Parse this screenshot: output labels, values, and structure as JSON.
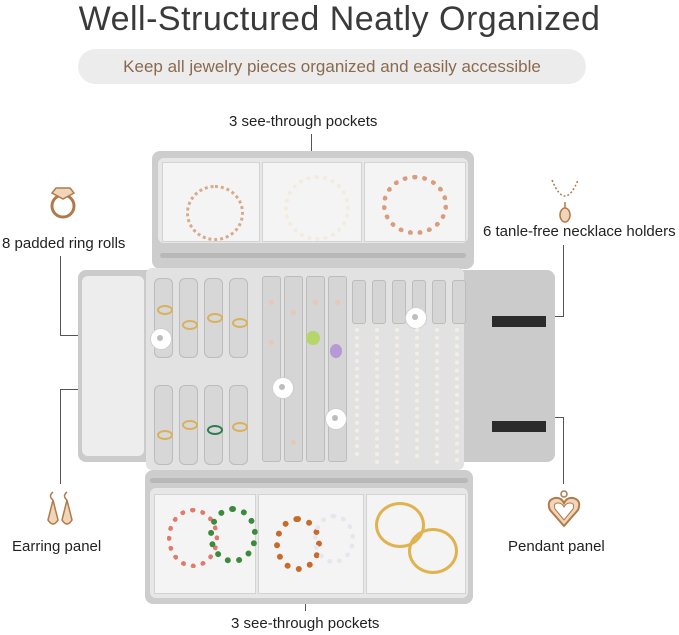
{
  "header": {
    "title": "Well-Structured Neatly Organized",
    "subtitle": "Keep all jewelry pieces organized and easily accessible"
  },
  "callouts": {
    "top_pockets": "3 see-through pockets",
    "ring_rolls": "8 padded ring rolls",
    "necklace_holders": "6 tanle-free necklace holders",
    "earring_panel": "Earring panel",
    "pendant_panel": "Pendant panel",
    "bottom_pockets": "3 see-through pockets"
  },
  "icons": {
    "ring": "ring-icon",
    "necklace": "necklace-icon",
    "earring": "earring-icon",
    "pendant": "heart-pendant-icon"
  },
  "colors": {
    "subtitle_text": "#8a6a4e",
    "pill_bg": "#ececec",
    "panel_gray": "#c9c9c9",
    "icon_gold": "#b07a4a"
  }
}
